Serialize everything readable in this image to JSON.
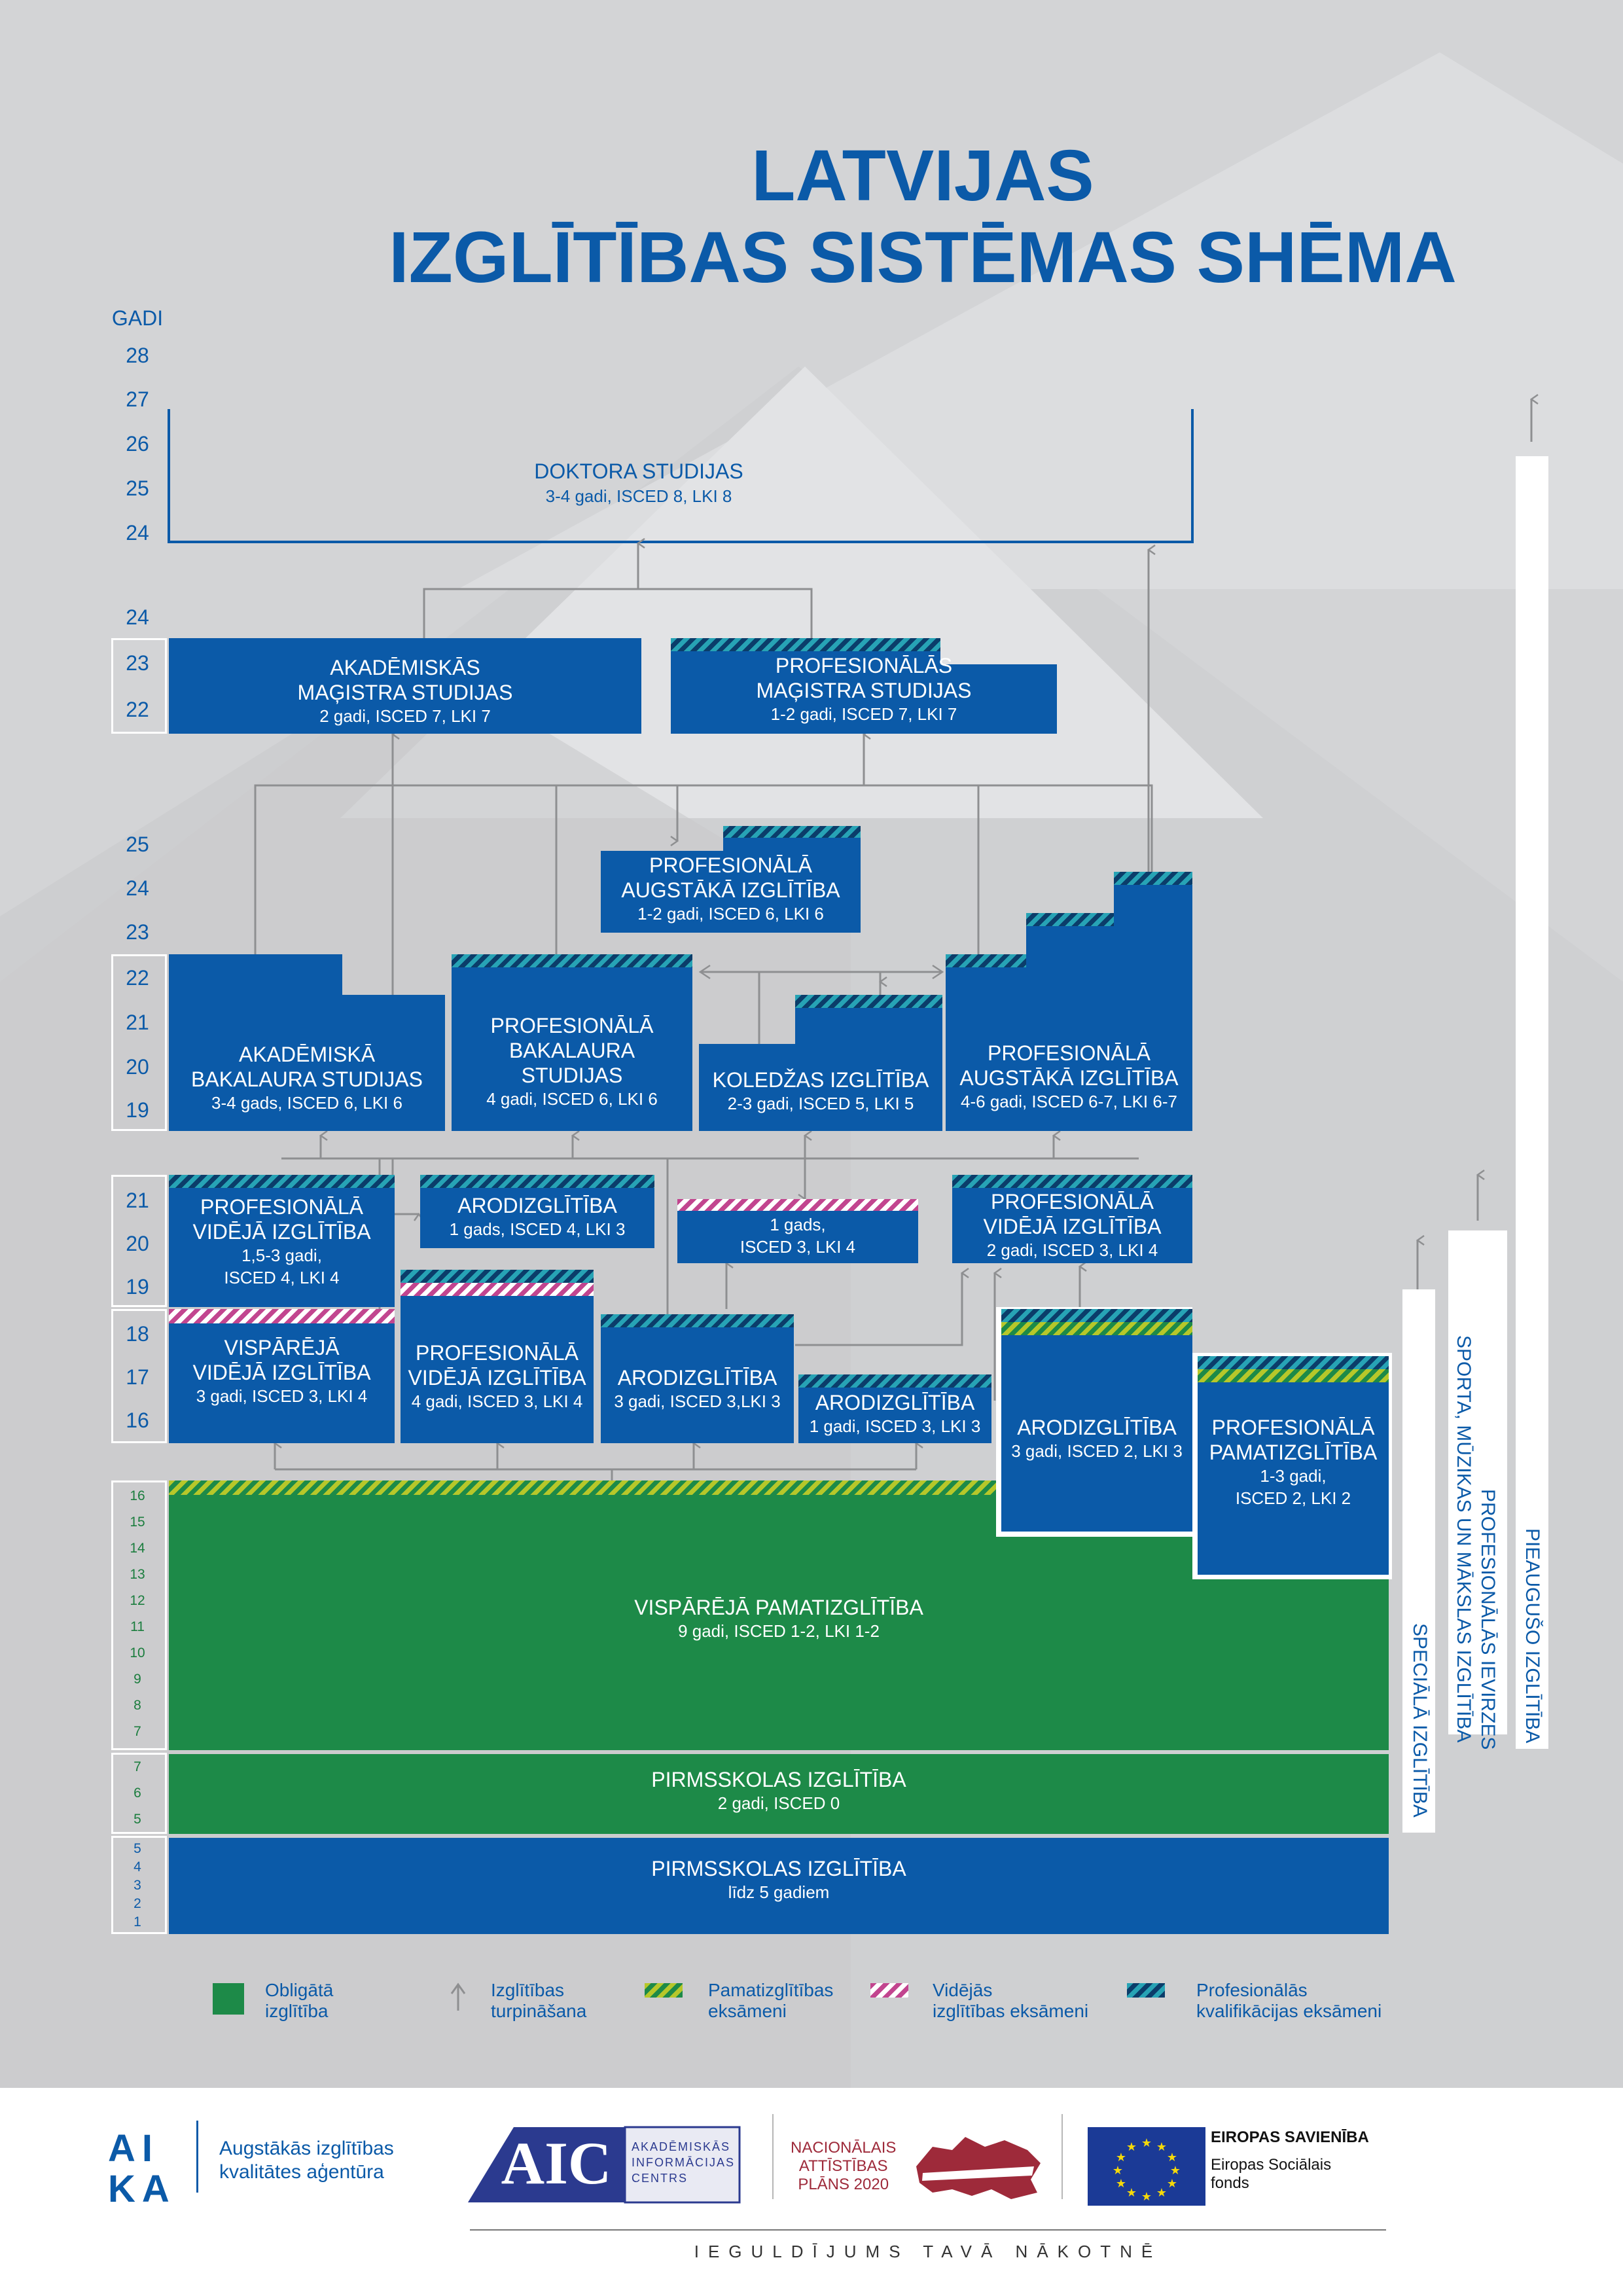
{
  "title": {
    "line1": "LATVIJAS",
    "line2": "IZGLĪTĪBAS SISTĒMAS SHĒMA"
  },
  "axis": {
    "label": "GADI",
    "doctoral_years": [
      "28",
      "27",
      "26",
      "25",
      "24"
    ],
    "master_years": [
      "24",
      "23",
      "22"
    ],
    "bachelor_years": [
      "25",
      "24",
      "23",
      "22",
      "21",
      "20",
      "19"
    ],
    "vocational_years": [
      "21",
      "20",
      "19",
      "18",
      "17",
      "16"
    ],
    "basic_years": [
      "16",
      "15",
      "14",
      "13",
      "12",
      "11",
      "10",
      "9",
      "8",
      "7"
    ],
    "preschool_years": [
      "7",
      "6",
      "5"
    ],
    "early_years": [
      "5",
      "4",
      "3",
      "2",
      "1"
    ]
  },
  "blocks": {
    "doktora": {
      "title": "DOKTORA STUDIJAS",
      "sub": "3-4 gadi, ISCED 8, LKI 8"
    },
    "ak_magistra": {
      "title1": "AKADĒMISKĀS",
      "title2": "MAĢISTRA STUDIJAS",
      "sub": "2 gadi, ISCED 7, LKI 7"
    },
    "prof_magistra": {
      "title1": "PROFESIONĀLĀS",
      "title2": "MAĢISTRA STUDIJAS",
      "sub": "1-2 gadi, ISCED 7, LKI 7"
    },
    "prof_augst_1": {
      "title1": "PROFESIONĀLĀ",
      "title2": "AUGSTĀKĀ IZGLĪTĪBA",
      "sub": "1-2 gadi, ISCED 6, LKI 6"
    },
    "ak_bakalaura": {
      "title1": "AKADĒMISKĀ",
      "title2": "BAKALAURA STUDIJAS",
      "sub": "3-4 gads, ISCED 6, LKI 6"
    },
    "prof_bakalaura": {
      "title1": "PROFESIONĀLĀ",
      "title2": "BAKALAURA",
      "title3": "STUDIJAS",
      "sub": "4 gadi, ISCED 6, LKI 6"
    },
    "koledzas": {
      "title1": "KOLEDŽAS IZGLĪTĪBA",
      "sub": "2-3 gadi, ISCED 5, LKI 5"
    },
    "prof_augst_2": {
      "title1": "PROFESIONĀLĀ",
      "title2": "AUGSTĀKĀ IZGLĪTĪBA",
      "sub": "4-6 gadi, ISCED 6-7, LKI 6-7"
    },
    "prof_vid_1": {
      "title1": "PROFESIONĀLĀ",
      "title2": "VIDĒJĀ IZGLĪTĪBA",
      "sub1": "1,5-3 gadi,",
      "sub2": "ISCED 4, LKI 4"
    },
    "arodizgl_1": {
      "title1": "ARODIZGLĪTĪBA",
      "sub": "1 gads, ISCED 4, LKI 3"
    },
    "gads_1": {
      "title1": "1 gads,",
      "sub": "ISCED 3, LKI 4"
    },
    "prof_vid_2": {
      "title1": "PROFESIONĀLĀ",
      "title2": "VIDĒJĀ IZGLĪTĪBA",
      "sub": "2 gadi,  ISCED 3, LKI 4"
    },
    "visp_vid": {
      "title1": "VISPĀRĒJĀ",
      "title2": "VIDĒJĀ IZGLĪTĪBA",
      "sub": "3 gadi, ISCED 3, LKI 4"
    },
    "prof_vid_3": {
      "title1": "PROFESIONĀLĀ",
      "title2": "VIDĒJĀ IZGLĪTĪBA",
      "sub": "4 gadi, ISCED 3, LKI 4"
    },
    "arodizgl_2": {
      "title1": "ARODIZGLĪTĪBA",
      "sub": "3 gadi, ISCED 3,LKI 3"
    },
    "arodizgl_3": {
      "title1": "ARODIZGLĪTĪBA",
      "sub": "1 gadi, ISCED 3, LKI 3"
    },
    "arodizgl_4": {
      "title1": "ARODIZGLĪTĪBA",
      "sub": "3 gadi, ISCED 2, LKI 3"
    },
    "prof_pamat": {
      "title1": "PROFESIONĀLĀ",
      "title2": "PAMATIZGLĪTĪBA",
      "sub1": "1-3 gadi,",
      "sub2": "ISCED 2, LKI 2"
    },
    "visp_pamat": {
      "title1": "VISPĀRĒJĀ PAMATIZGLĪTĪBA",
      "sub": "9 gadi, ISCED 1-2, LKI 1-2"
    },
    "pirmsskolas_1": {
      "title1": "PIRMSSKOLAS IZGLĪTĪBA",
      "sub": "2 gadi, ISCED 0"
    },
    "pirmsskolas_2": {
      "title1": "PIRMSSKOLAS IZGLĪTĪBA",
      "sub": "līdz 5 gadiem"
    }
  },
  "side": {
    "speciala": "SPECIĀLĀ IZGLĪTĪBA",
    "sporta1": "PROFESIONĀLĀS IEVIRZES",
    "sporta2": "SPORTA, MŪZIKAS UN MĀKSLAS IZGLĪTĪBA",
    "pieauguso": "PIEAUGUŠO IZGLĪTĪBA"
  },
  "legend": {
    "obligata": [
      "Obligātā",
      "izglītība"
    ],
    "turpinasana": [
      "Izglītības",
      "turpināšana"
    ],
    "pamat": [
      "Pamatizglītības",
      "eksāmeni"
    ],
    "videjas": [
      "Vidējās",
      "izglītības eksāmeni"
    ],
    "prof": [
      "Profesionālās",
      "kvalifikācijas eksāmeni"
    ]
  },
  "footer": {
    "aika_logo": "AI KA",
    "aika_text": [
      "Augstākās izglītības",
      "kvalitātes aģentūra"
    ],
    "aic_logo": "AIC",
    "aic_text": [
      "AKADĒMISKĀS",
      "INFORMĀCIJAS",
      "CENTRS"
    ],
    "nap_text": [
      "NACIONĀLAIS",
      "ATTĪSTĪBAS",
      "PLĀNS 2020"
    ],
    "eu_title": "EIROPAS SAVIENĪBA",
    "eu_text": [
      "Eiropas Sociālais",
      "fonds"
    ],
    "slogan": "IEGULDĪJUMS TAVĀ NĀKOTNĒ"
  },
  "colors": {
    "blue": "#0b5aa8",
    "green": "#1d8a48",
    "bg": "#d3d4d6"
  }
}
